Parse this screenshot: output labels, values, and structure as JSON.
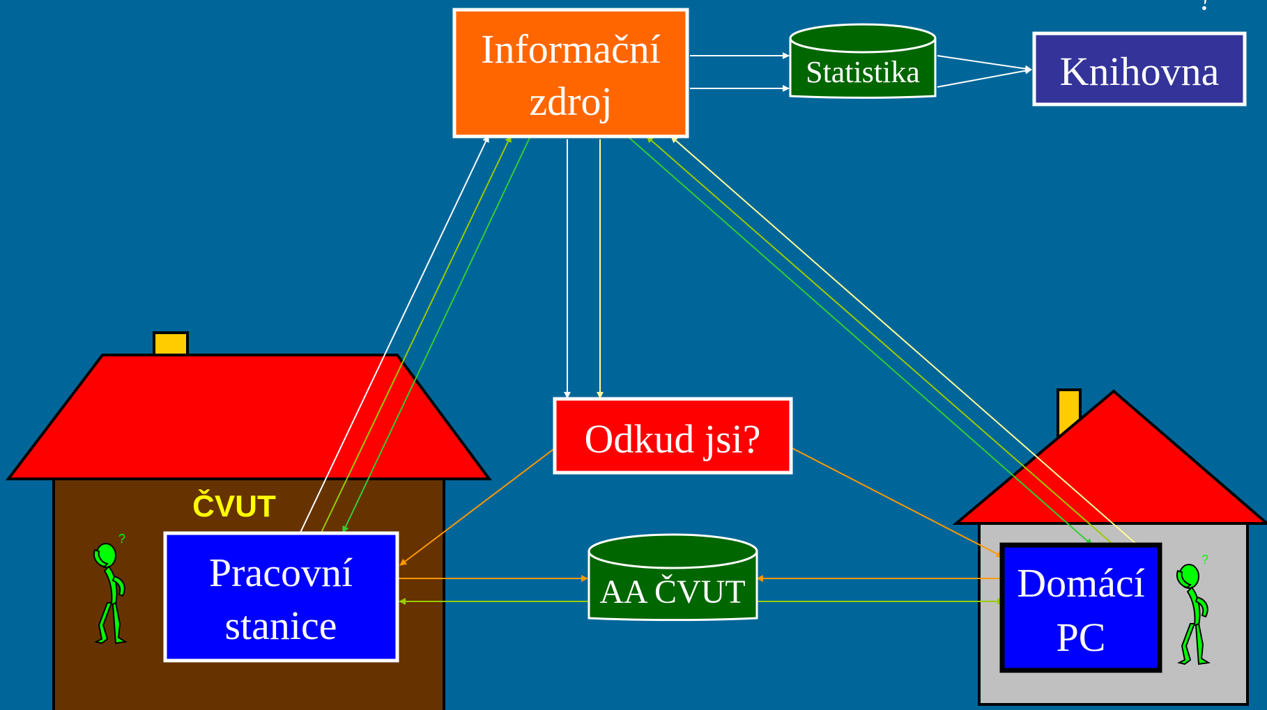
{
  "colors": {
    "background": "#006699",
    "info_source": "#FF6600",
    "statistics": "#006600",
    "library": "#333399",
    "origin_check": "#FF0000",
    "workstation": "#0000FF",
    "roof": "#FF0000",
    "school_wall": "#663300",
    "home_wall": "#C0C0C0",
    "chimney": "#FFCC00",
    "school_label": "#FFFF00",
    "figure": "#00FF00",
    "arrow_white": "#FFFFFF",
    "arrow_cream": "#FFFF99",
    "arrow_olive": "#99CC00",
    "arrow_green": "#33CC33",
    "arrow_orange": "#FF9900"
  },
  "nodes": {
    "info_source": {
      "line1": "Informační",
      "line2": "zdroj"
    },
    "statistics": {
      "label": "Statistika"
    },
    "library": {
      "label": "Knihovna"
    },
    "origin_check": {
      "label": "Odkud jsi?"
    },
    "workstation": {
      "line1": "Pracovní",
      "line2": "stanice"
    },
    "auth_db": {
      "label": "AA ČVUT"
    },
    "home_pc": {
      "line1": "Domácí",
      "line2": "PC"
    }
  },
  "houses": {
    "school": {
      "label": "ČVUT"
    }
  },
  "figures": {
    "question_mark": "?"
  }
}
